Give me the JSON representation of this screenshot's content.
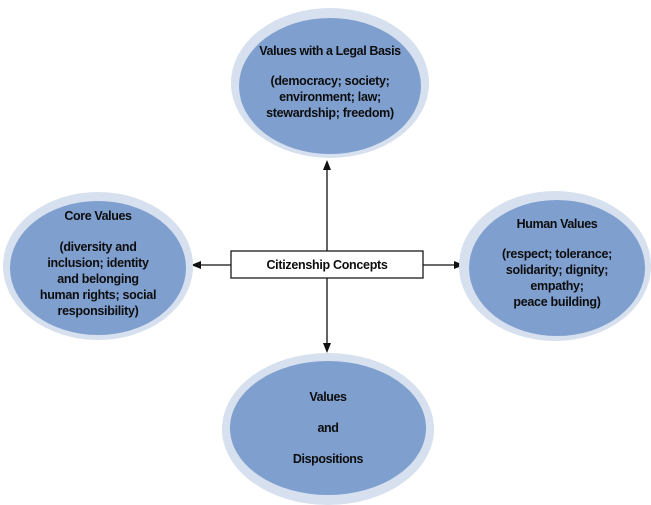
{
  "diagram": {
    "center": {
      "label": "Citizenship Concepts"
    },
    "nodes": {
      "top": {
        "title": "Values with a Legal Basis",
        "lines": [
          "(democracy; society;",
          "environment; law;",
          "stewardship; freedom)"
        ]
      },
      "left": {
        "title": "Core Values",
        "lines": [
          "(diversity and",
          "inclusion; identity",
          "and belonging",
          "human rights; social",
          "responsibility)"
        ]
      },
      "right": {
        "title": "Human Values",
        "lines": [
          "(respect; tolerance;",
          "solidarity; dignity;",
          "empathy;",
          "peace building)"
        ]
      },
      "bottom": {
        "title": "",
        "lines": [
          "Values",
          "and",
          "Dispositions"
        ]
      }
    },
    "edges": [
      {
        "from": "center",
        "to": "top",
        "direction": "up"
      },
      {
        "from": "center",
        "to": "left",
        "direction": "left"
      },
      {
        "from": "center",
        "to": "right",
        "direction": "right"
      },
      {
        "from": "center",
        "to": "bottom",
        "direction": "down"
      }
    ],
    "colors": {
      "ellipse_fill": "#7f9fcf",
      "ellipse_rim": "#d6e0ee",
      "text": "#0d0d0d",
      "line": "#111111"
    }
  }
}
